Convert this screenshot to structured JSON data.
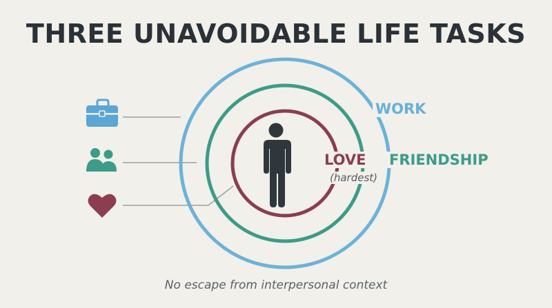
{
  "title": "THREE UNAVOIDABLE LIFE TASKS",
  "rings": {
    "work": {
      "label": "WORK",
      "color": "#69b0d8",
      "icon": "briefcase-icon"
    },
    "friendship": {
      "label": "FRIENDSHIP",
      "color": "#3d9b88",
      "icon": "people-icon"
    },
    "love": {
      "label": "LOVE",
      "note": "(hardest)",
      "color": "#8c3d50",
      "icon": "heart-icon"
    }
  },
  "center_figure": {
    "icon": "person-icon",
    "color": "#2f373d"
  },
  "caption": "No escape from interpersonal context"
}
